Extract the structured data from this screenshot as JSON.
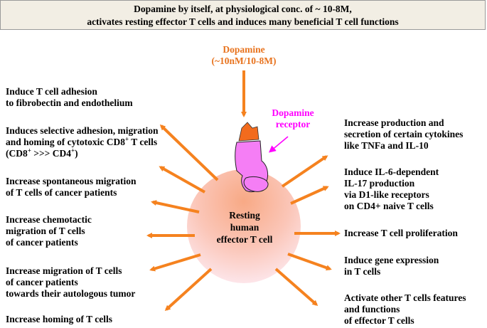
{
  "title": {
    "line1": "Dopamine by itself, at physiological conc. of ~ 10-8M,",
    "line2": "activates resting effector T cells and induces many beneficial T cell functions"
  },
  "dopamine": {
    "line1": "Dopamine",
    "line2": "(~10nM/10-8M)"
  },
  "receptor": {
    "line1": "Dopamine",
    "line2": "receptor"
  },
  "cell": {
    "line1": "Resting",
    "line2": "human",
    "line3": "effector T cell"
  },
  "left_effects": [
    {
      "lines": [
        "Induce T cell adhesion",
        "to fibrobectin and endothelium"
      ]
    },
    {
      "lines": [
        "Induces selective adhesion, migration",
        "and homing of cytotoxic CD8",
        "T cells",
        "(CD8",
        ">>> CD4",
        ")"
      ],
      "sup": "+"
    },
    {
      "lines": [
        "Increase spontaneous migration",
        "of T cells of cancer patients"
      ]
    },
    {
      "lines": [
        "Increase chemotactic",
        "migration of T cells",
        "of cancer patients"
      ]
    },
    {
      "lines": [
        "Increase migration of T cells",
        "of cancer patients",
        "towards their autologous tumor"
      ]
    },
    {
      "lines": [
        "Increase homing of T cells"
      ]
    }
  ],
  "right_effects": [
    {
      "lines": [
        "Increase production and",
        "secretion of certain cytokines",
        "like TNFa and IL-10"
      ]
    },
    {
      "lines": [
        "Induce IL-6-dependent",
        "IL-17 production",
        "via D1-like receptors",
        "on CD4+ naive T cells"
      ]
    },
    {
      "lines": [
        "Increase T cell proliferation"
      ]
    },
    {
      "lines": [
        "Induce gene expression",
        "in T cells"
      ]
    },
    {
      "lines": [
        "Activate other T cells features",
        "and functions",
        "of effector T cells"
      ]
    }
  ],
  "colors": {
    "arrow": "#f5821f",
    "receptor": "#f57ef5",
    "dopamine_molecule": "#f26b1d",
    "cell_top": "#f8a985",
    "cell_bottom": "#fde8ee",
    "title_bg": "#f2eee4"
  }
}
